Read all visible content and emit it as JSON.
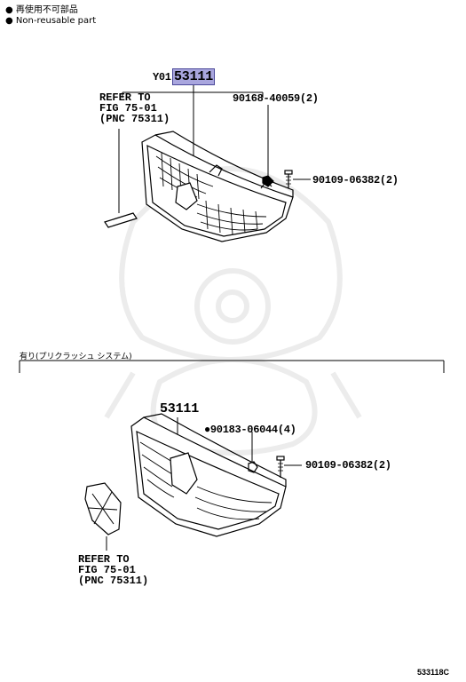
{
  "legend": [
    {
      "symbol": "●",
      "text": "再使用不可部品"
    },
    {
      "symbol": "●",
      "text": "Non-reusable part"
    }
  ],
  "top_section": {
    "prefix": "Y01",
    "main_part": "53111",
    "screw_label": "90168-40059(2)",
    "bolt_label": "90109-06382(2)",
    "refer": "REFER TO\nFIG 75-01\n(PNC 75311)"
  },
  "bottom_section": {
    "condition": "有り(プリクラッシュ システム)",
    "main_part": "53111",
    "nut_label": "●90183-06044(4)",
    "bolt_label": "90109-06382(2)",
    "refer": "REFER TO\nFIG 75-01\n(PNC 75311)"
  },
  "figure_id": "533118C"
}
